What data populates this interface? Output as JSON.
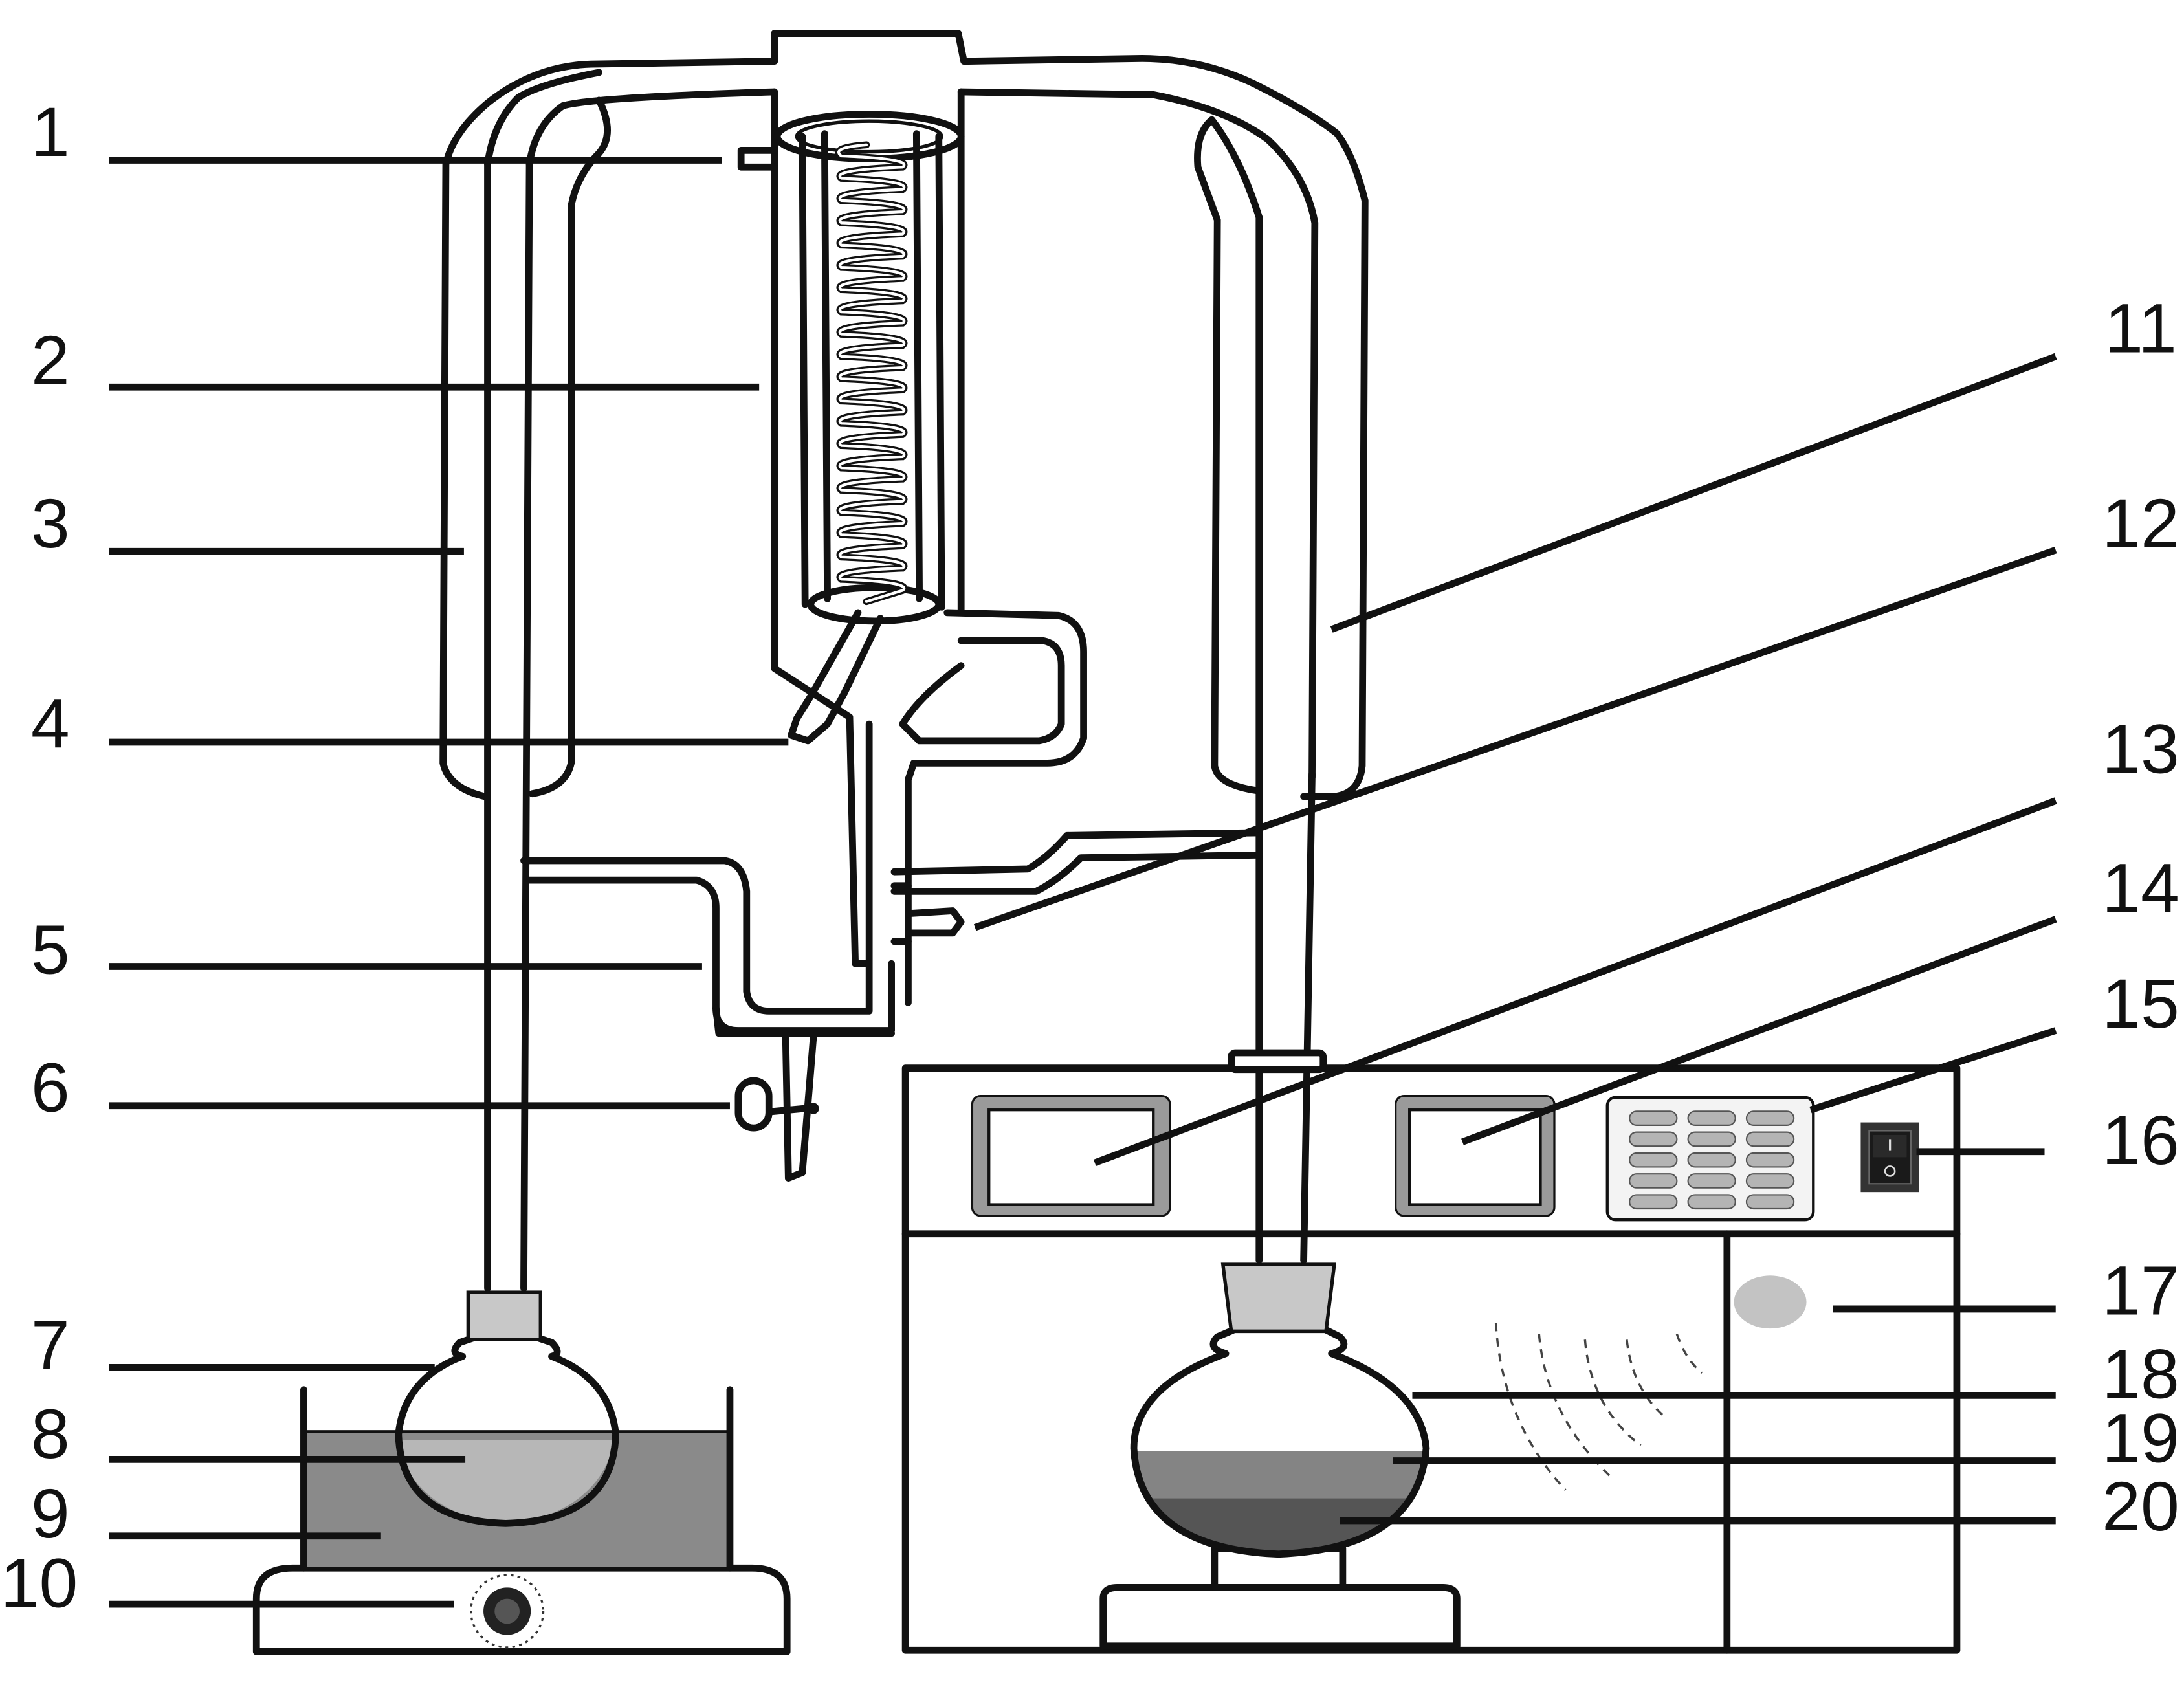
{
  "callouts": [
    "1",
    "2",
    "3",
    "4",
    "5",
    "6",
    "7",
    "8",
    "9",
    "10",
    "11",
    "12",
    "13",
    "14",
    "15",
    "16",
    "17",
    "18",
    "19",
    "20"
  ],
  "colors": {
    "outline": "#111111",
    "bath_liquid": "#8a8a8a",
    "flask_liquid_light": "#b7b7b7",
    "liquid_upper_layer": "#848484",
    "liquid_lower_layer": "#555555",
    "display_frame": "#9a9a9a",
    "keypad_key": "#b4b4b4",
    "indicator_light": "#c3c3c3",
    "stopper": "#c8c8c8"
  },
  "icons": {
    "power_switch": "rocker-switch-icon",
    "dial_knob": "knob-icon"
  }
}
